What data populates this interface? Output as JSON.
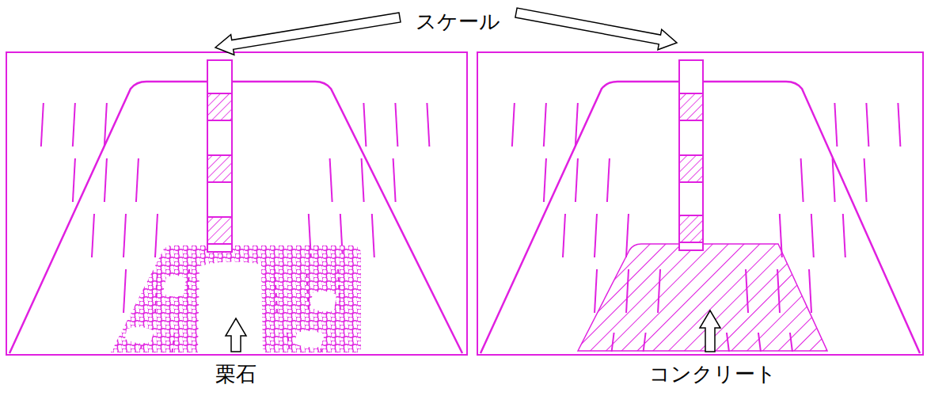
{
  "diagram": {
    "labels": [
      "スケール",
      "栗石",
      "コンクリート"
    ]
  }
}
